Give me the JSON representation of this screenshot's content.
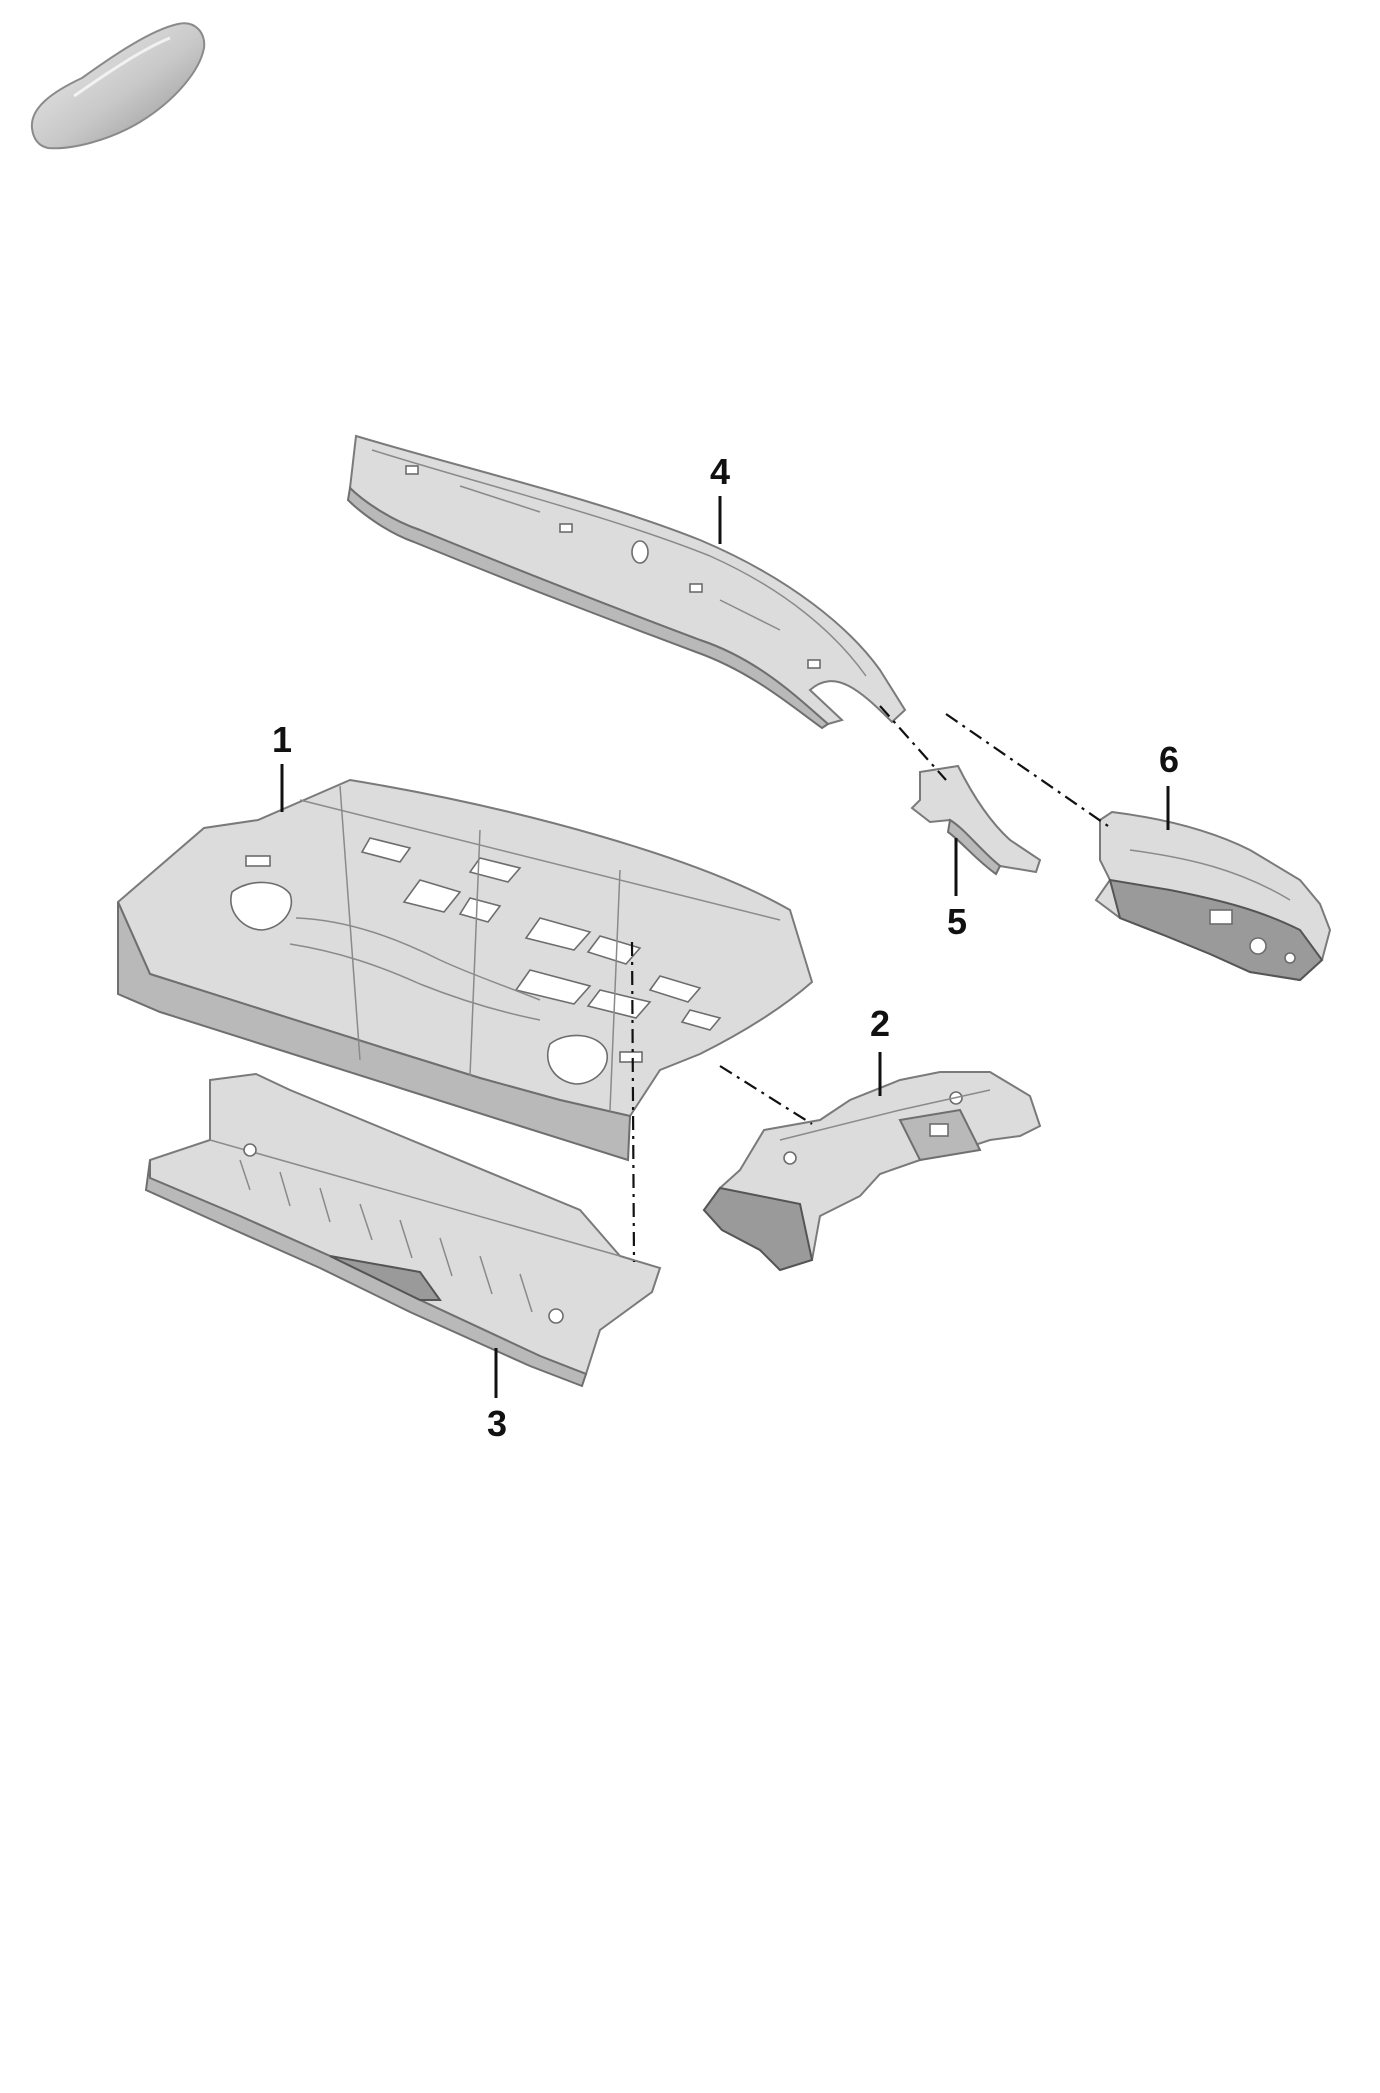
{
  "icons": {
    "vehicle_thumbnail": "car-silhouette-icon"
  },
  "colors": {
    "part_fill": "#dcdcdc",
    "part_shade": "#b9b9b9",
    "part_dark": "#9a9a9a",
    "line": "#111111"
  },
  "callouts": [
    {
      "id": "part-1",
      "label": "1"
    },
    {
      "id": "part-2",
      "label": "2"
    },
    {
      "id": "part-3",
      "label": "3"
    },
    {
      "id": "part-4",
      "label": "4"
    },
    {
      "id": "part-5",
      "label": "5"
    },
    {
      "id": "part-6",
      "label": "6"
    }
  ]
}
